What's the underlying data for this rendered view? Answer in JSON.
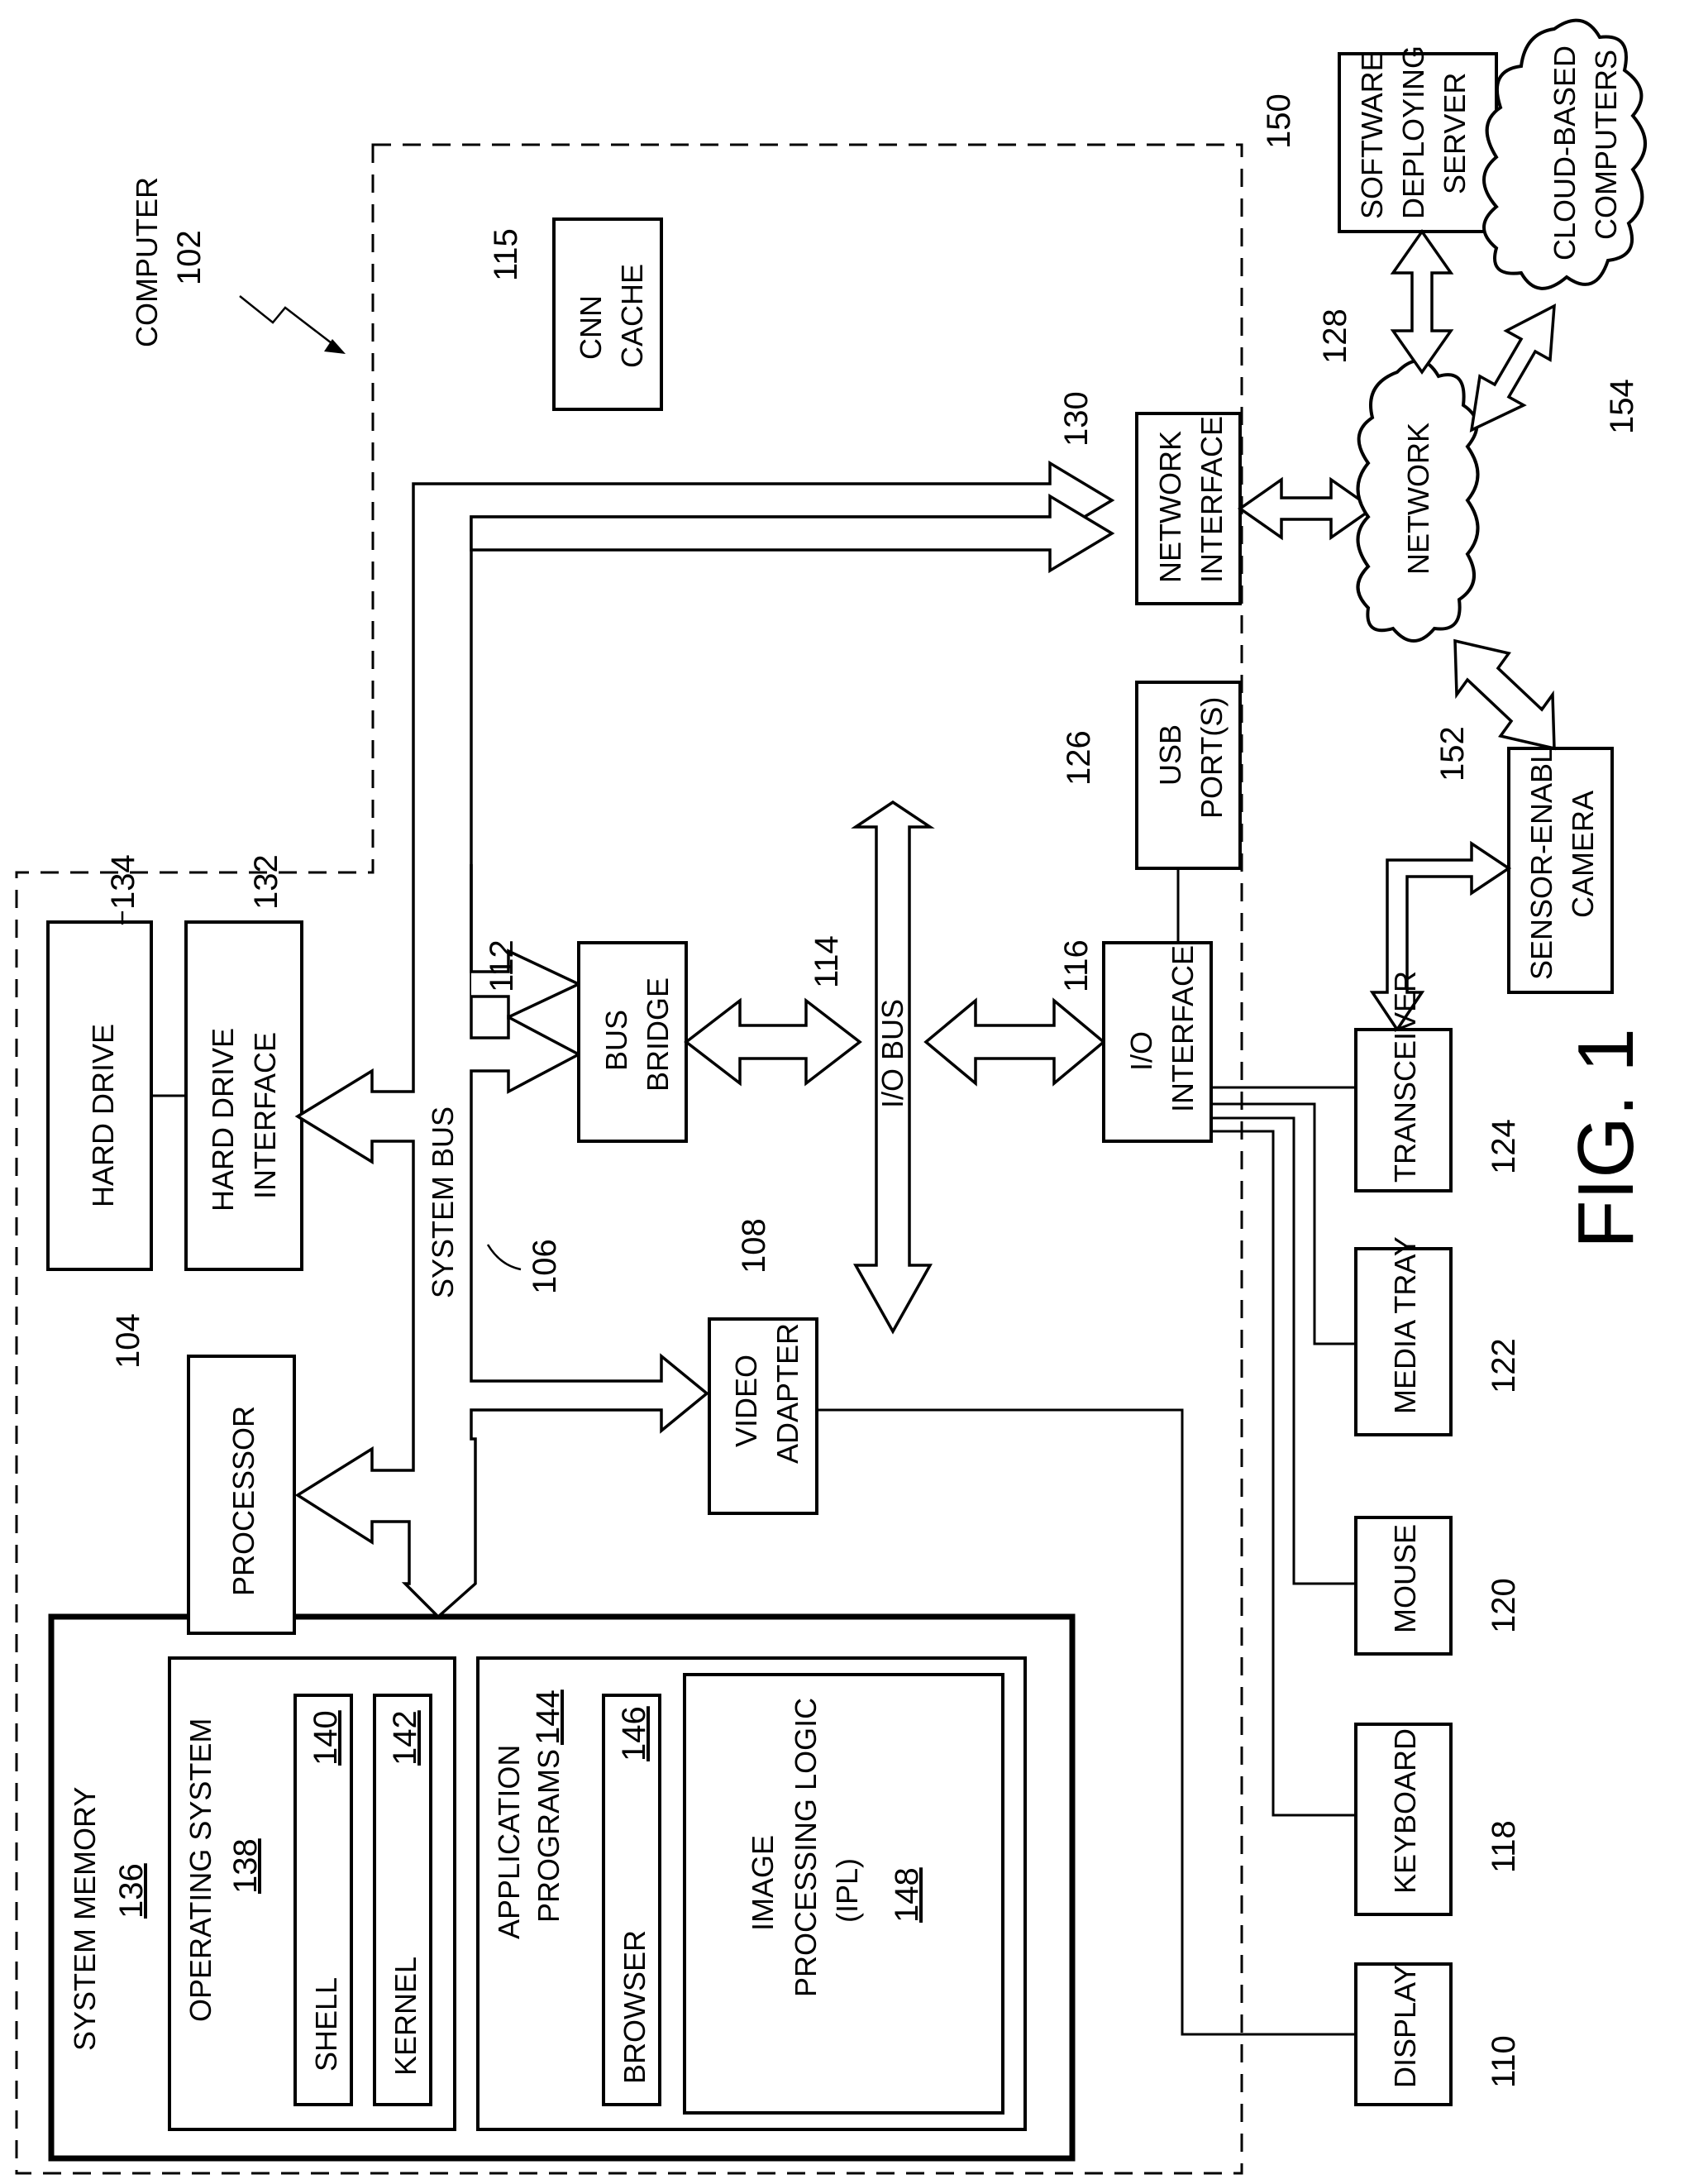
{
  "computer": {
    "label": "COMPUTER",
    "ref": "102"
  },
  "system_bus": {
    "label": "SYSTEM BUS",
    "ref": "106"
  },
  "io_bus": {
    "label": "I/O BUS",
    "ref": "114"
  },
  "boxes": {
    "hard_drive": {
      "label": "HARD DRIVE",
      "ref": "134"
    },
    "hard_drive_interface": {
      "line1": "HARD DRIVE",
      "line2": "INTERFACE",
      "ref": "132"
    },
    "processor": {
      "label": "PROCESSOR",
      "ref": "104"
    },
    "bus_bridge": {
      "line1": "BUS",
      "line2": "BRIDGE",
      "ref": "112"
    },
    "video_adapter": {
      "line1": "VIDEO",
      "line2": "ADAPTER",
      "ref": "108"
    },
    "io_interface": {
      "line1": "I/O",
      "line2": "INTERFACE",
      "ref": "116"
    },
    "usb_ports": {
      "line1": "USB",
      "line2": "PORT(S)",
      "ref": "126"
    },
    "network_interface": {
      "line1": "NETWORK",
      "line2": "INTERFACE",
      "ref": "130"
    },
    "cnn_cache": {
      "line1": "CNN",
      "line2": "CACHE",
      "ref": "115"
    },
    "software_server": {
      "line1": "SOFTWARE",
      "line2": "DEPLOYING",
      "line3": "SERVER",
      "ref": "150"
    },
    "network": {
      "label": "NETWORK",
      "ref": "128"
    },
    "cloud_computers": {
      "line1": "CLOUD-BASED",
      "line2": "COMPUTERS",
      "ref": "154"
    },
    "camera": {
      "line1": "SENSOR-ENABLED",
      "line2": "CAMERA",
      "ref": "152"
    },
    "transceiver": {
      "label": "TRANSCEIVER",
      "ref": "124"
    },
    "media_tray": {
      "label": "MEDIA TRAY",
      "ref": "122"
    },
    "mouse": {
      "label": "MOUSE",
      "ref": "120"
    },
    "keyboard": {
      "label": "KEYBOARD",
      "ref": "118"
    },
    "display": {
      "label": "DISPLAY",
      "ref": "110"
    }
  },
  "system_memory": {
    "label": "SYSTEM MEMORY",
    "ref": "136",
    "os": {
      "label": "OPERATING SYSTEM",
      "ref": "138",
      "shell": {
        "label": "SHELL",
        "ref": "140"
      },
      "kernel": {
        "label": "KERNEL",
        "ref": "142"
      }
    },
    "apps": {
      "line1": "APPLICATION",
      "line2": "PROGRAMS",
      "ref": "144",
      "browser": {
        "label": "BROWSER",
        "ref": "146"
      },
      "ipl": {
        "line1": "IMAGE",
        "line2": "PROCESSING LOGIC",
        "line3": "(IPL)",
        "ref": "148"
      }
    }
  },
  "figure_label": "FIG. 1"
}
